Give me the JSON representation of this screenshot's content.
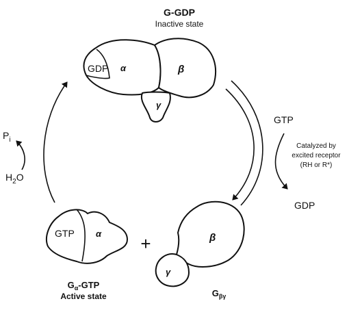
{
  "top_complex": {
    "title": "G-GDP",
    "subtitle": "Inactive state",
    "gdp_label": "GDP",
    "alpha_label": "α",
    "beta_label": "β",
    "gamma_label": "γ"
  },
  "right_side": {
    "gtp_label": "GTP",
    "catalyst_line1": "Catalyzed by",
    "catalyst_line2": "excited receptor",
    "catalyst_line3": "(RH or R*)",
    "gdp_label": "GDP"
  },
  "left_side": {
    "pi_label": "P",
    "pi_sub": "i",
    "h2o_h": "H",
    "h2o_sub": "2",
    "h2o_o": "O"
  },
  "bottom_left": {
    "gtp_label": "GTP",
    "alpha_label": "α",
    "name_prefix": "G",
    "name_sub": "α",
    "name_suffix": "-GTP",
    "subtitle": "Active state"
  },
  "plus_sign": "+",
  "bottom_right": {
    "beta_label": "β",
    "gamma_label": "γ",
    "name_prefix": "G",
    "name_sub": "βγ"
  }
}
